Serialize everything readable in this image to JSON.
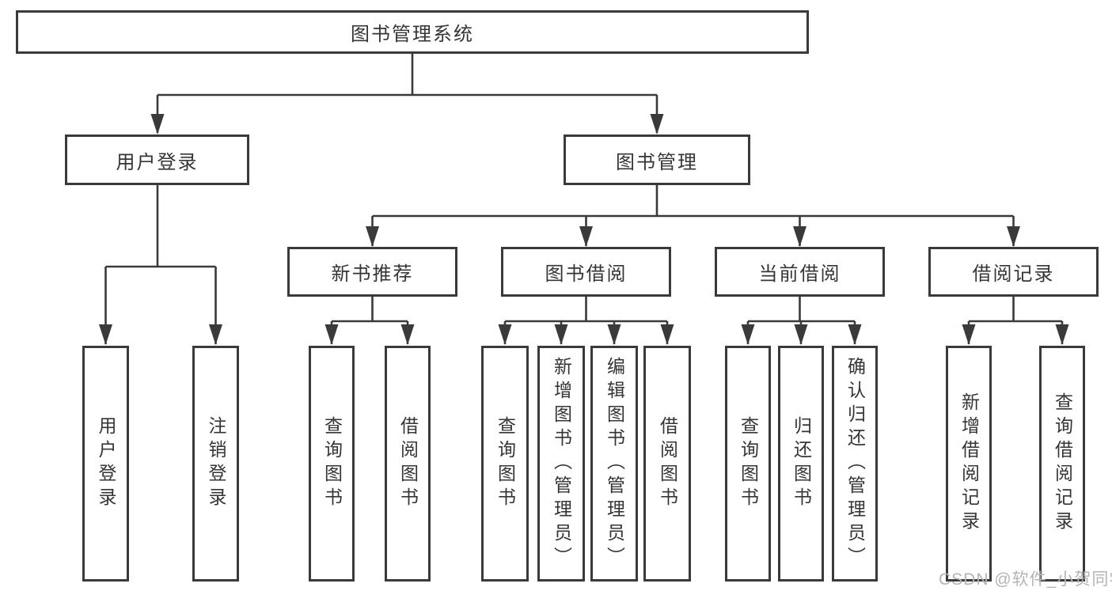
{
  "diagram_title": "图书管理系统",
  "tree": {
    "label": "图书管理系统",
    "children": [
      {
        "label": "用户登录",
        "children": [
          {
            "label": "用户登录"
          },
          {
            "label": "注销登录"
          }
        ]
      },
      {
        "label": "图书管理",
        "children": [
          {
            "label": "新书推荐",
            "children": [
              {
                "label": "查询图书"
              },
              {
                "label": "借阅图书"
              }
            ]
          },
          {
            "label": "图书借阅",
            "children": [
              {
                "label": "查询图书"
              },
              {
                "label": "新增图书（管理员）"
              },
              {
                "label": "编辑图书（管理员）"
              },
              {
                "label": "借阅图书"
              }
            ]
          },
          {
            "label": "当前借阅",
            "children": [
              {
                "label": "查询图书"
              },
              {
                "label": "归还图书"
              },
              {
                "label": "确认归还（管理员）"
              }
            ]
          },
          {
            "label": "借阅记录",
            "children": [
              {
                "label": "新增借阅记录"
              },
              {
                "label": "查询借阅记录"
              }
            ]
          }
        ]
      }
    ]
  },
  "watermark": "CSDN @软件_小贺同学",
  "colors": {
    "line": "#3a3a3a",
    "text": "#353535",
    "background": "#ffffff",
    "watermark": "#b4b4b4"
  }
}
